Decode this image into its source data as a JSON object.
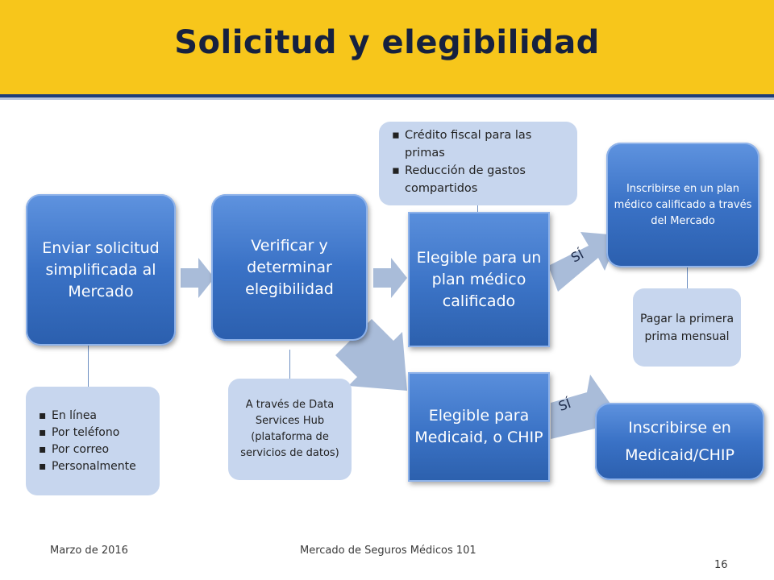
{
  "header": {
    "title": "Solicitud y elegibilidad"
  },
  "steps": {
    "submit": "Enviar solicitud simplificada al Mercado",
    "verify": "Verificar y determinar elegibilidad",
    "eligible_qhp": "Elegible para un plan médico calificado",
    "eligible_medicaid": "Elegible para Medicaid, o CHIP",
    "enroll_qhp": "Inscribirse en un plan médico calificado a través del Mercado",
    "enroll_medicaid_line1": "Inscribirse en",
    "enroll_medicaid_line2": "Medicaid/CHIP"
  },
  "notes": {
    "submit_methods": [
      "En línea",
      "Por teléfono",
      "Por correo",
      "Personalmente"
    ],
    "verify_via": "A través de Data Services Hub (plataforma de servicios de datos)",
    "qhp_benefits": [
      "Crédito fiscal para las primas",
      "Reducción de gastos compartidos"
    ],
    "first_premium": "Pagar la primera prima mensual"
  },
  "arrow_labels": {
    "yes_qhp": "SÍ",
    "yes_medicaid": "SÍ"
  },
  "footer": {
    "date": "Marzo de 2016",
    "course": "Mercado de Seguros Médicos 101",
    "page": "16"
  },
  "colors": {
    "header": "#f7c61b",
    "header_rule": "#1d3c78",
    "step_box": "#3a72c6",
    "note_box": "#c7d6ee",
    "arrow": "#a9bcd9"
  }
}
